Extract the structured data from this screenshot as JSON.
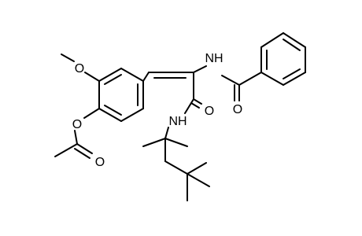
{
  "molecule": {
    "atoms": {
      "methoxy_oxygen": "O",
      "acetoxy_ring_oxygen": "O",
      "acetyl_carbonyl_oxygen": "O",
      "enamide_nitrogen": "NH",
      "benzoyl_carbonyl_oxygen": "O",
      "amide_carbonyl_oxygen": "O",
      "amide_nitrogen": "NH"
    }
  },
  "colors": {
    "bond": "#000000",
    "label": "#000000",
    "background": "#ffffff"
  }
}
